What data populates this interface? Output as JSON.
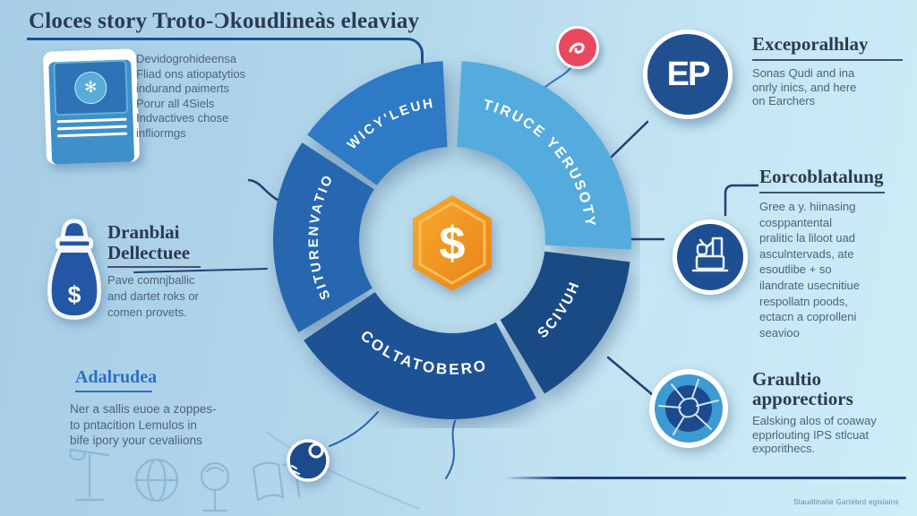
{
  "title": "Cloces story Troto-Ɔkoudlineàs eleaviay",
  "left_panel": {
    "blocks": [
      {
        "icon": "document-card-icon",
        "body": "Devidogrohideensa\nFliad ons atiopatytios\nindurand paimerts\nPorur all 4Siels\nIndvactives chose\ninfliormgs"
      },
      {
        "icon": "money-bag-icon",
        "symbol": "$",
        "heading": "Dranblai\nDellectuee",
        "body": "Pave comnjballic\nand dartet roks or\ncomen provets."
      },
      {
        "heading": "Adalrudea",
        "body": "Ner a sallis euoe a zoppes-\nto pntacition Lemulos in\nbife ipory your cevaliions"
      }
    ]
  },
  "right_panel": {
    "blocks": [
      {
        "icon": "ep-monogram-icon",
        "icon_text": "EP",
        "heading": "Exceporalhlay",
        "body": "Sonas Qudi and ina\nonrly inics, and here\non Earchers"
      },
      {
        "icon": "industry-icon",
        "heading": "Eorcoblatalung",
        "body": "Gree a y. hiinasing\ncosppantental\npralitic la liloot uad\nasculntervads, ate\nesoutlibe + so\nilandrate usecnitiue\nrespollatn poods,\nectacn a coprolleni\nseavioo"
      },
      {
        "icon": "network-icon",
        "heading": "Graultio\napporectiors",
        "body": "Ealsking alos of coaway\nepprlouting IPS stlcuat\nexporithecs."
      }
    ]
  },
  "chart_data": {
    "type": "pie",
    "variant": "donut-process-cycle",
    "center_icon": "dollar-shield-badge",
    "center_symbol": "$",
    "segments": [
      {
        "label": "WICY'LEUH",
        "color": "#2e7ac4",
        "start_deg": 306,
        "end_deg": 357
      },
      {
        "label": "TIRUCE YERUSOTY",
        "color": "#54abdd",
        "start_deg": 3,
        "end_deg": 93
      },
      {
        "label": "SCIVUH",
        "color": "#1a4a84",
        "start_deg": 97,
        "end_deg": 149
      },
      {
        "label": "COLTATOBERO",
        "color": "#1d5295",
        "start_deg": 152,
        "end_deg": 236
      },
      {
        "label": "SITURENVATIO",
        "color": "#2667b0",
        "start_deg": 239,
        "end_deg": 303
      }
    ]
  },
  "decorations": {
    "pin_icon": "red-pin-icon",
    "pearl_icon": "pearl-circle-icon",
    "doodles": [
      "scale-doodle",
      "globe-doodle",
      "ball-doodle",
      "book-doodle"
    ]
  },
  "footer": {
    "caption": "Staudlinalie Gartebrd egislains"
  },
  "palette": {
    "accent_dark": "#1c3f77",
    "accent_blue": "#2e6fc3",
    "badge_orange": "#f09c1f",
    "pin_red": "#e8495f",
    "background_light": "#cdeef8"
  }
}
